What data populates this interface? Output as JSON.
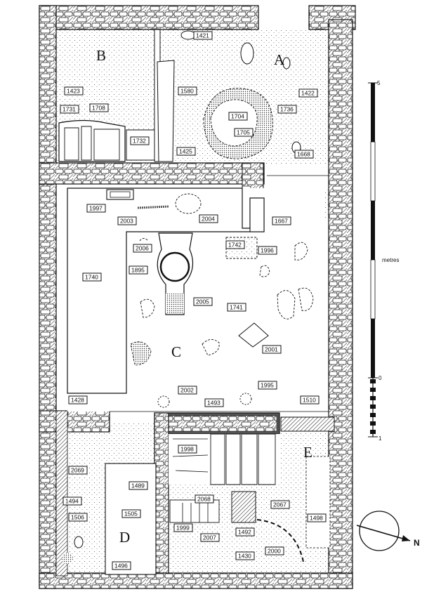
{
  "rooms": [
    {
      "id": "A",
      "label": "A"
    },
    {
      "id": "B",
      "label": "B"
    },
    {
      "id": "C",
      "label": "C"
    },
    {
      "id": "D",
      "label": "D"
    },
    {
      "id": "E",
      "label": "E"
    }
  ],
  "context_labels": [
    "1421",
    "1423",
    "1580",
    "1422",
    "1731",
    "1708",
    "1704",
    "1736",
    "1705",
    "1732",
    "1425",
    "1668",
    "1997",
    "2003",
    "2004",
    "1667",
    "2006",
    "1742",
    "1996",
    "1895",
    "1740",
    "2005",
    "1741",
    "2001",
    "2002",
    "1995",
    "1493",
    "1428",
    "1510",
    "1998",
    "2069",
    "1489",
    "2068",
    "1494",
    "1505",
    "1506",
    "1999",
    "2007",
    "1492",
    "2067",
    "1498",
    "1496",
    "1430",
    "2000"
  ],
  "scale": {
    "unit_label": "metres",
    "tick_top": "5",
    "tick_zero": "0",
    "tick_bottom": "1"
  },
  "north": {
    "label": "N"
  }
}
